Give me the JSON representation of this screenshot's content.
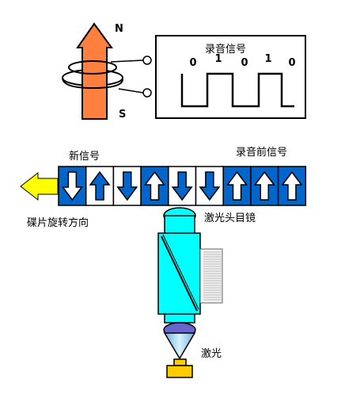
{
  "magnet": {
    "north_label": "N",
    "south_label": "S",
    "color": "#FF7F3F"
  },
  "signal_box": {
    "title": "录音信号",
    "bits": [
      "0",
      "1",
      "0",
      "1",
      "0"
    ]
  },
  "disc": {
    "new_signal_label": "新信号",
    "pre_record_label": "录音前信号",
    "rotation_label": "碟片旋转方向",
    "cells": [
      "down",
      "up",
      "down",
      "up",
      "down",
      "down",
      "up",
      "up",
      "up"
    ],
    "old_region_color": "#0066CC",
    "new_region_color": "#FFFFFF",
    "arrow_color": "#FFFF00"
  },
  "optics": {
    "objective_label": "激光头目镜",
    "laser_label": "激光",
    "lens_color": "#00FFFF",
    "lower_lens_color": "#6666CC",
    "laser_color": "#FFCC00"
  }
}
